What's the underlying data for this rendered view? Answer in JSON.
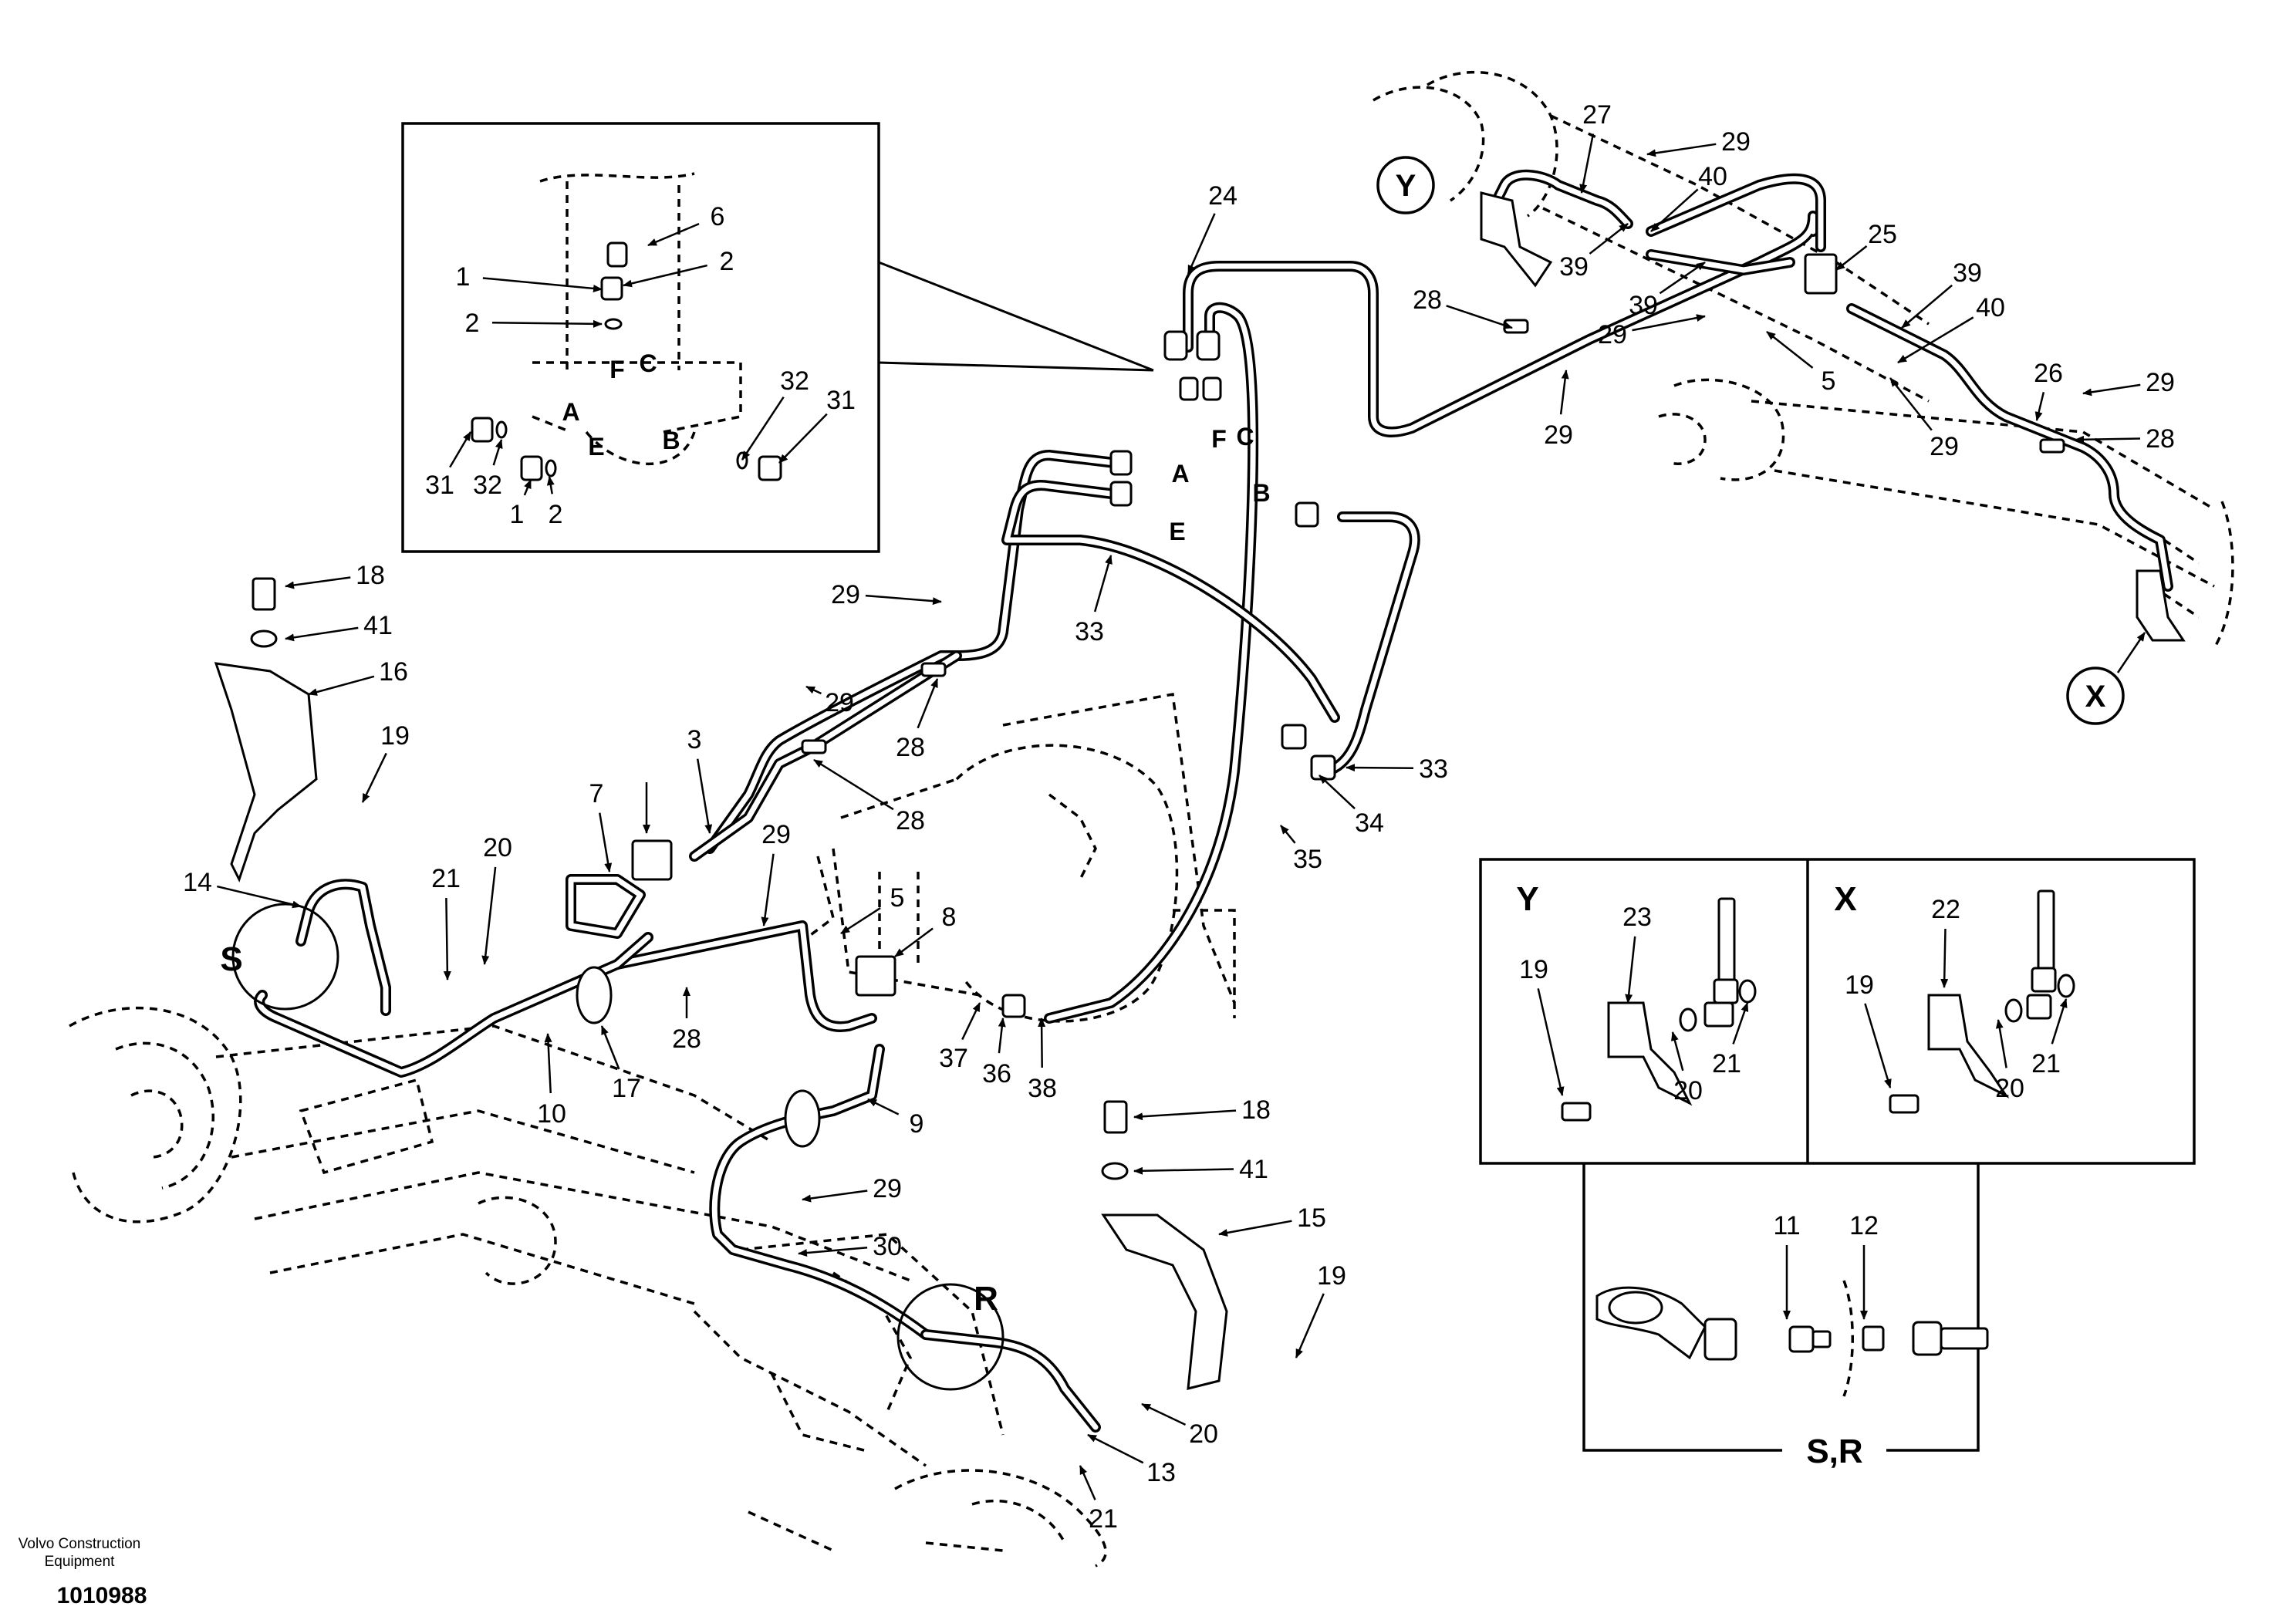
{
  "footer": {
    "brand_line1": "Volvo Construction",
    "brand_line2": "Equipment",
    "doc_number": "1010988"
  },
  "port_letters": {
    "a": "A",
    "b": "B",
    "c": "C",
    "e": "E",
    "f": "F"
  },
  "detail_frames": {
    "y_title": "Y",
    "x_title": "X",
    "sr_title": "S,R"
  },
  "view_bubbles": {
    "y": "Y",
    "x": "X",
    "s": "S",
    "r": "R"
  },
  "callouts": {
    "c1a": "1",
    "c1b": "1",
    "c2a": "2",
    "c2b": "2",
    "c2c": "2",
    "c3": "3",
    "c5a": "5",
    "c5b": "5",
    "c6": "6",
    "c7": "7",
    "c8": "8",
    "c9": "9",
    "c10": "10",
    "c11": "11",
    "c12": "12",
    "c13": "13",
    "c14": "14",
    "c15": "15",
    "c16": "16",
    "c17": "17",
    "c18a": "18",
    "c18b": "18",
    "c19a": "19",
    "c19b": "19",
    "c19c": "19",
    "c19d": "19",
    "c20a": "20",
    "c20b": "20",
    "c20c": "20",
    "c20d": "20",
    "c21a": "21",
    "c21b": "21",
    "c21c": "21",
    "c21d": "21",
    "c22": "22",
    "c23": "23",
    "c24": "24",
    "c25": "25",
    "c26": "26",
    "c27": "27",
    "c28a": "28",
    "c28b": "28",
    "c28c": "28",
    "c28d": "28",
    "c28e": "28",
    "c29a": "29",
    "c29b": "29",
    "c29c": "29",
    "c29d": "29",
    "c29e": "29",
    "c29f": "29",
    "c29g": "29",
    "c29h": "29",
    "c29i": "29",
    "c30": "30",
    "c31a": "31",
    "c31b": "31",
    "c32a": "32",
    "c32b": "32",
    "c33a": "33",
    "c33b": "33",
    "c34": "34",
    "c35": "35",
    "c36": "36",
    "c37": "37",
    "c38": "38",
    "c39a": "39",
    "c39b": "39",
    "c39c": "39",
    "c40a": "40",
    "c40b": "40",
    "c41a": "41",
    "c41b": "41"
  }
}
